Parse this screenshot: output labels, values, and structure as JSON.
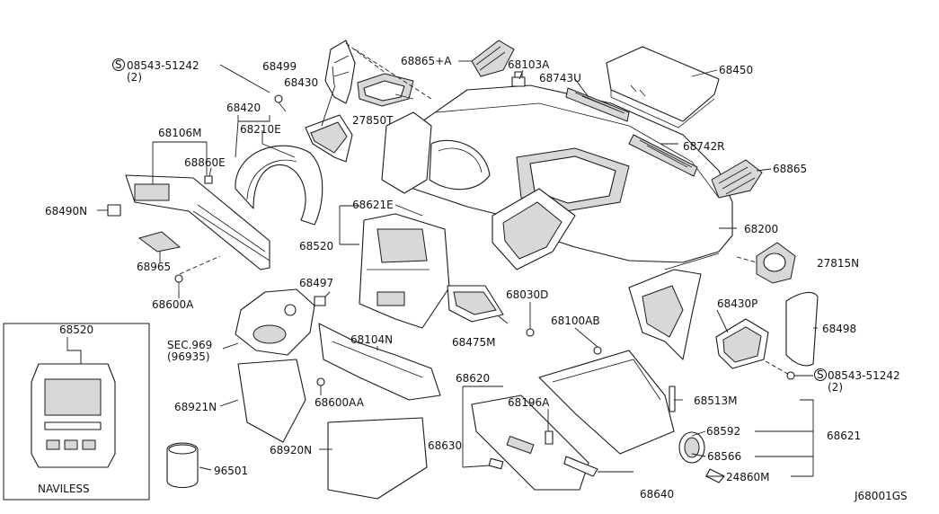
{
  "diagram_code": "J68001GS",
  "inset_caption": "NAVILESS",
  "callouts": [
    {
      "id": "c1",
      "text": "08543-51242",
      "circle": "S"
    },
    {
      "id": "c1q",
      "text": "(2)"
    },
    {
      "id": "c2",
      "text": "68499"
    },
    {
      "id": "c3",
      "text": "68430"
    },
    {
      "id": "c4",
      "text": "68865+A"
    },
    {
      "id": "c5",
      "text": "68103A"
    },
    {
      "id": "c6",
      "text": "68743U"
    },
    {
      "id": "c7",
      "text": "68450"
    },
    {
      "id": "c8",
      "text": "68420"
    },
    {
      "id": "c9",
      "text": "68210E"
    },
    {
      "id": "c10",
      "text": "27850T"
    },
    {
      "id": "c11",
      "text": "68106M"
    },
    {
      "id": "c12",
      "text": "68860E"
    },
    {
      "id": "c13",
      "text": "68742R"
    },
    {
      "id": "c14",
      "text": "68865"
    },
    {
      "id": "c15",
      "text": "68490N"
    },
    {
      "id": "c16",
      "text": "68621E"
    },
    {
      "id": "c17",
      "text": "68200"
    },
    {
      "id": "c18",
      "text": "68520"
    },
    {
      "id": "c19",
      "text": "27815N"
    },
    {
      "id": "c20",
      "text": "68965"
    },
    {
      "id": "c21",
      "text": "68600A"
    },
    {
      "id": "c22",
      "text": "68497"
    },
    {
      "id": "c23",
      "text": "68030D"
    },
    {
      "id": "c24",
      "text": "68430P"
    },
    {
      "id": "c25",
      "text": "68100AB"
    },
    {
      "id": "c26",
      "text": "68498"
    },
    {
      "id": "c27",
      "text": "68520"
    },
    {
      "id": "c28",
      "text": "SEC.969"
    },
    {
      "id": "c29",
      "text": "(96935)"
    },
    {
      "id": "c30",
      "text": "68104N"
    },
    {
      "id": "c31",
      "text": "68475M"
    },
    {
      "id": "c32",
      "text": "08543-51242",
      "circle": "S"
    },
    {
      "id": "c32q",
      "text": "(2)"
    },
    {
      "id": "c33",
      "text": "68620"
    },
    {
      "id": "c34",
      "text": "68513M"
    },
    {
      "id": "c35",
      "text": "68921N"
    },
    {
      "id": "c36",
      "text": "68600AA"
    },
    {
      "id": "c37",
      "text": "68196A"
    },
    {
      "id": "c38",
      "text": "68592"
    },
    {
      "id": "c39",
      "text": "68621"
    },
    {
      "id": "c40",
      "text": "68920N"
    },
    {
      "id": "c41",
      "text": "68630"
    },
    {
      "id": "c42",
      "text": "68566"
    },
    {
      "id": "c43",
      "text": "96501"
    },
    {
      "id": "c44",
      "text": "24860M"
    },
    {
      "id": "c45",
      "text": "68640"
    }
  ]
}
